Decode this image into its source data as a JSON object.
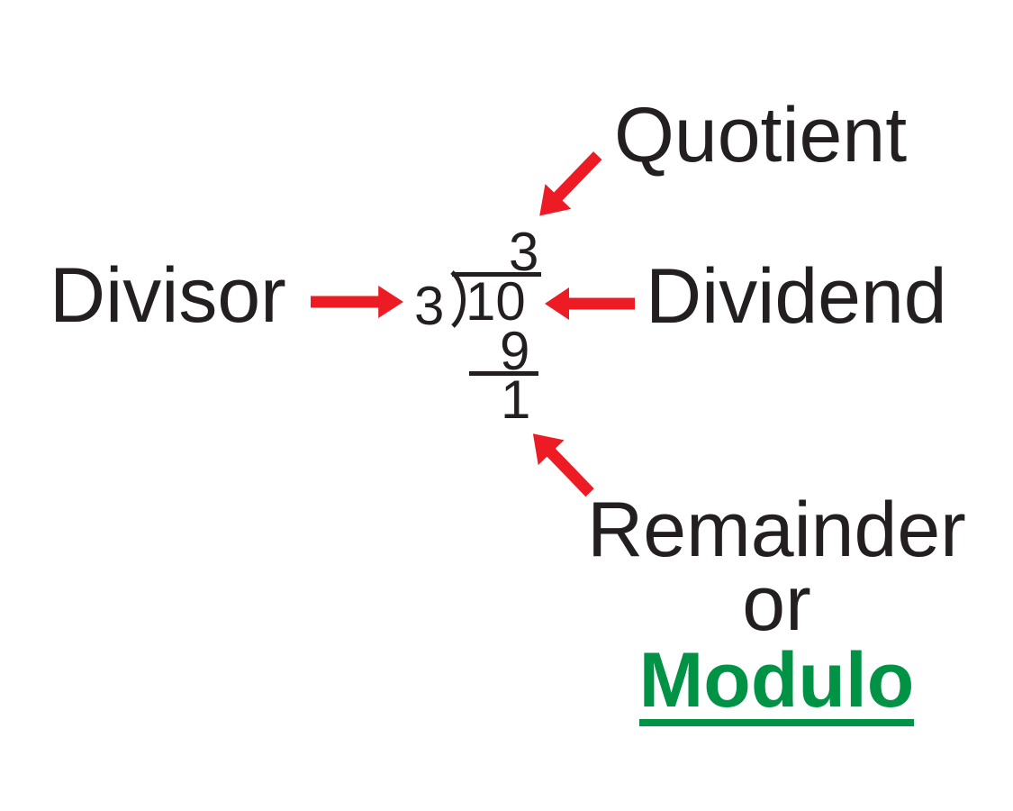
{
  "colors": {
    "arrow_red": "#ED1C24",
    "modulo_green": "#009245",
    "text_ink": "#231F20",
    "background": "#FFFFFF"
  },
  "labels": {
    "quotient": "Quotient",
    "divisor": "Divisor",
    "dividend": "Dividend",
    "remainder": "Remainder",
    "or": "or",
    "modulo": "Modulo"
  },
  "division": {
    "divisor": "3",
    "dividend": "10",
    "quotient": "3",
    "product": "9",
    "remainder": "1"
  },
  "icons": {
    "quotient_arrow": "arrow-down-left",
    "divisor_arrow": "arrow-right",
    "dividend_arrow": "arrow-left",
    "remainder_arrow": "arrow-up-left"
  }
}
